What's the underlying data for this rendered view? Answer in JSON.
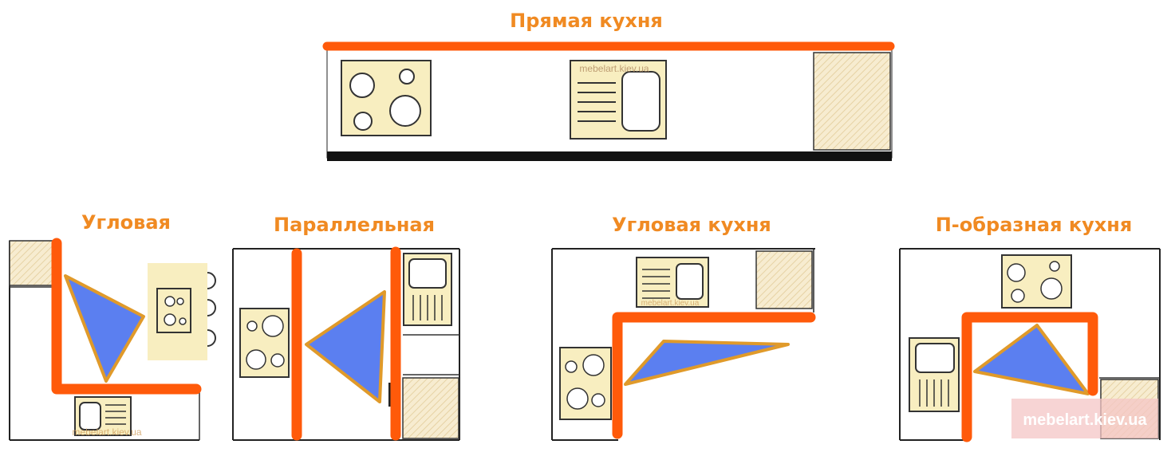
{
  "titles": {
    "straight": "Прямая кухня",
    "corner_small": "Угловая",
    "parallel": "Параллельная",
    "corner": "Угловая кухня",
    "u_shaped": "П-образная кухня"
  },
  "watermarks": {
    "small": "mebelart.kiev.ua",
    "badge": "mebelart.kiev.ua"
  },
  "colors": {
    "title": "#f08a22",
    "work_line": "#ff5a0a",
    "triangle_fill": "#5b7ff0",
    "triangle_stroke": "#e09a2a",
    "appliance_fill": "#f8eec0",
    "cabinet_hatch": "#f5e6c0",
    "wall": "#111111",
    "badge_bg": "#f4c6c6"
  },
  "icons": [
    "cooktop-icon",
    "sink-icon",
    "fridge-icon",
    "dining-table-icon",
    "chair-icon"
  ]
}
